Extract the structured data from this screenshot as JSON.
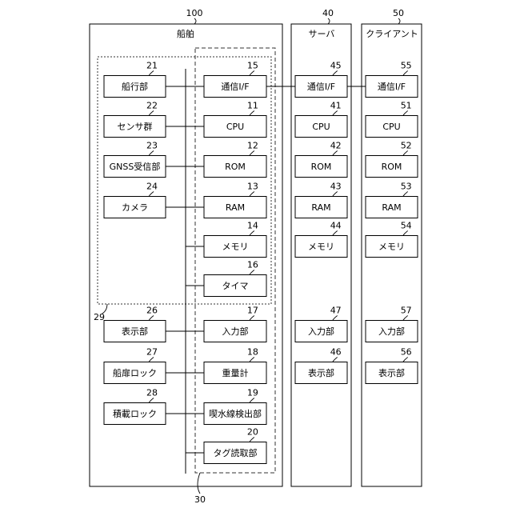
{
  "ship": {
    "ref": "100",
    "title": "船舶",
    "group_29_ref": "29",
    "group_30_ref": "30",
    "left_units": [
      {
        "ref": "21",
        "label": "船行部"
      },
      {
        "ref": "22",
        "label": "センサ群"
      },
      {
        "ref": "23",
        "label": "GNSS受信部"
      },
      {
        "ref": "24",
        "label": "カメラ"
      },
      {
        "ref": "26",
        "label": "表示部"
      },
      {
        "ref": "27",
        "label": "船扉ロック"
      },
      {
        "ref": "28",
        "label": "積載ロック"
      }
    ],
    "right_units": [
      {
        "ref": "15",
        "label": "通信I/F"
      },
      {
        "ref": "11",
        "label": "CPU"
      },
      {
        "ref": "12",
        "label": "ROM"
      },
      {
        "ref": "13",
        "label": "RAM"
      },
      {
        "ref": "14",
        "label": "メモリ"
      },
      {
        "ref": "16",
        "label": "タイマ"
      },
      {
        "ref": "17",
        "label": "入力部"
      },
      {
        "ref": "18",
        "label": "重量計"
      },
      {
        "ref": "19",
        "label": "喫水線検出部"
      },
      {
        "ref": "20",
        "label": "タグ読取部"
      }
    ]
  },
  "server": {
    "ref": "40",
    "title": "サーバ",
    "units": [
      {
        "ref": "45",
        "label": "通信I/F"
      },
      {
        "ref": "41",
        "label": "CPU"
      },
      {
        "ref": "42",
        "label": "ROM"
      },
      {
        "ref": "43",
        "label": "RAM"
      },
      {
        "ref": "44",
        "label": "メモリ"
      },
      {
        "ref": "47",
        "label": "入力部"
      },
      {
        "ref": "46",
        "label": "表示部"
      }
    ]
  },
  "client": {
    "ref": "50",
    "title": "クライアント",
    "units": [
      {
        "ref": "55",
        "label": "通信I/F"
      },
      {
        "ref": "51",
        "label": "CPU"
      },
      {
        "ref": "52",
        "label": "ROM"
      },
      {
        "ref": "53",
        "label": "RAM"
      },
      {
        "ref": "54",
        "label": "メモリ"
      },
      {
        "ref": "57",
        "label": "入力部"
      },
      {
        "ref": "56",
        "label": "表示部"
      }
    ]
  }
}
